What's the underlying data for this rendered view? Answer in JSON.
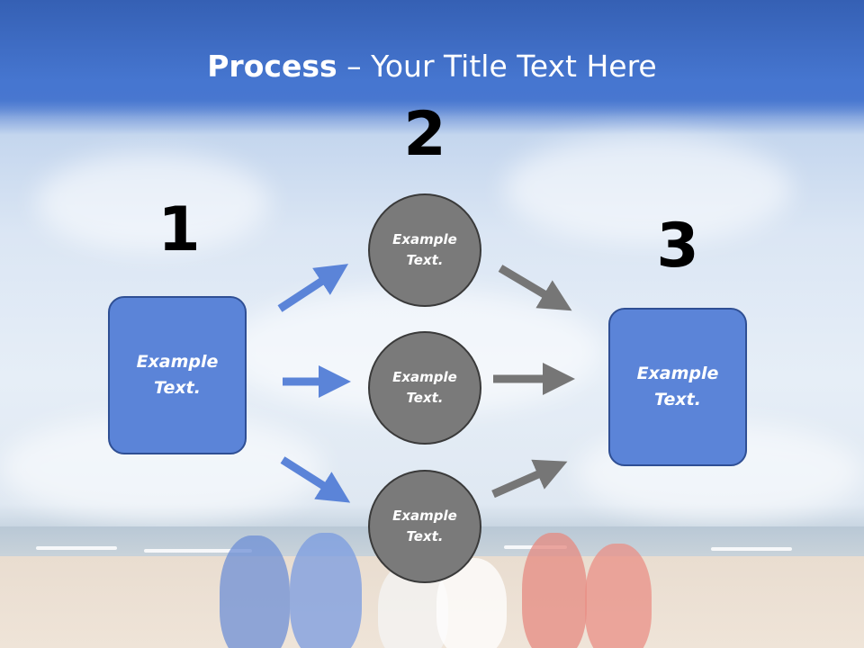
{
  "title": {
    "bold": "Process",
    "rest": " – Your Title Text Here"
  },
  "steps": [
    {
      "number": "1",
      "label": "Example Text."
    },
    {
      "number": "2",
      "labels": [
        "Example Text.",
        "Example Text.",
        "Example Text."
      ]
    },
    {
      "number": "3",
      "label": "Example Text."
    }
  ],
  "colors": {
    "box_fill": "#5b84d8",
    "circle_fill": "#7a7a7a",
    "arrow_blue": "#5b84d8",
    "arrow_gray": "#767676",
    "title_band": "#3a64b8"
  }
}
